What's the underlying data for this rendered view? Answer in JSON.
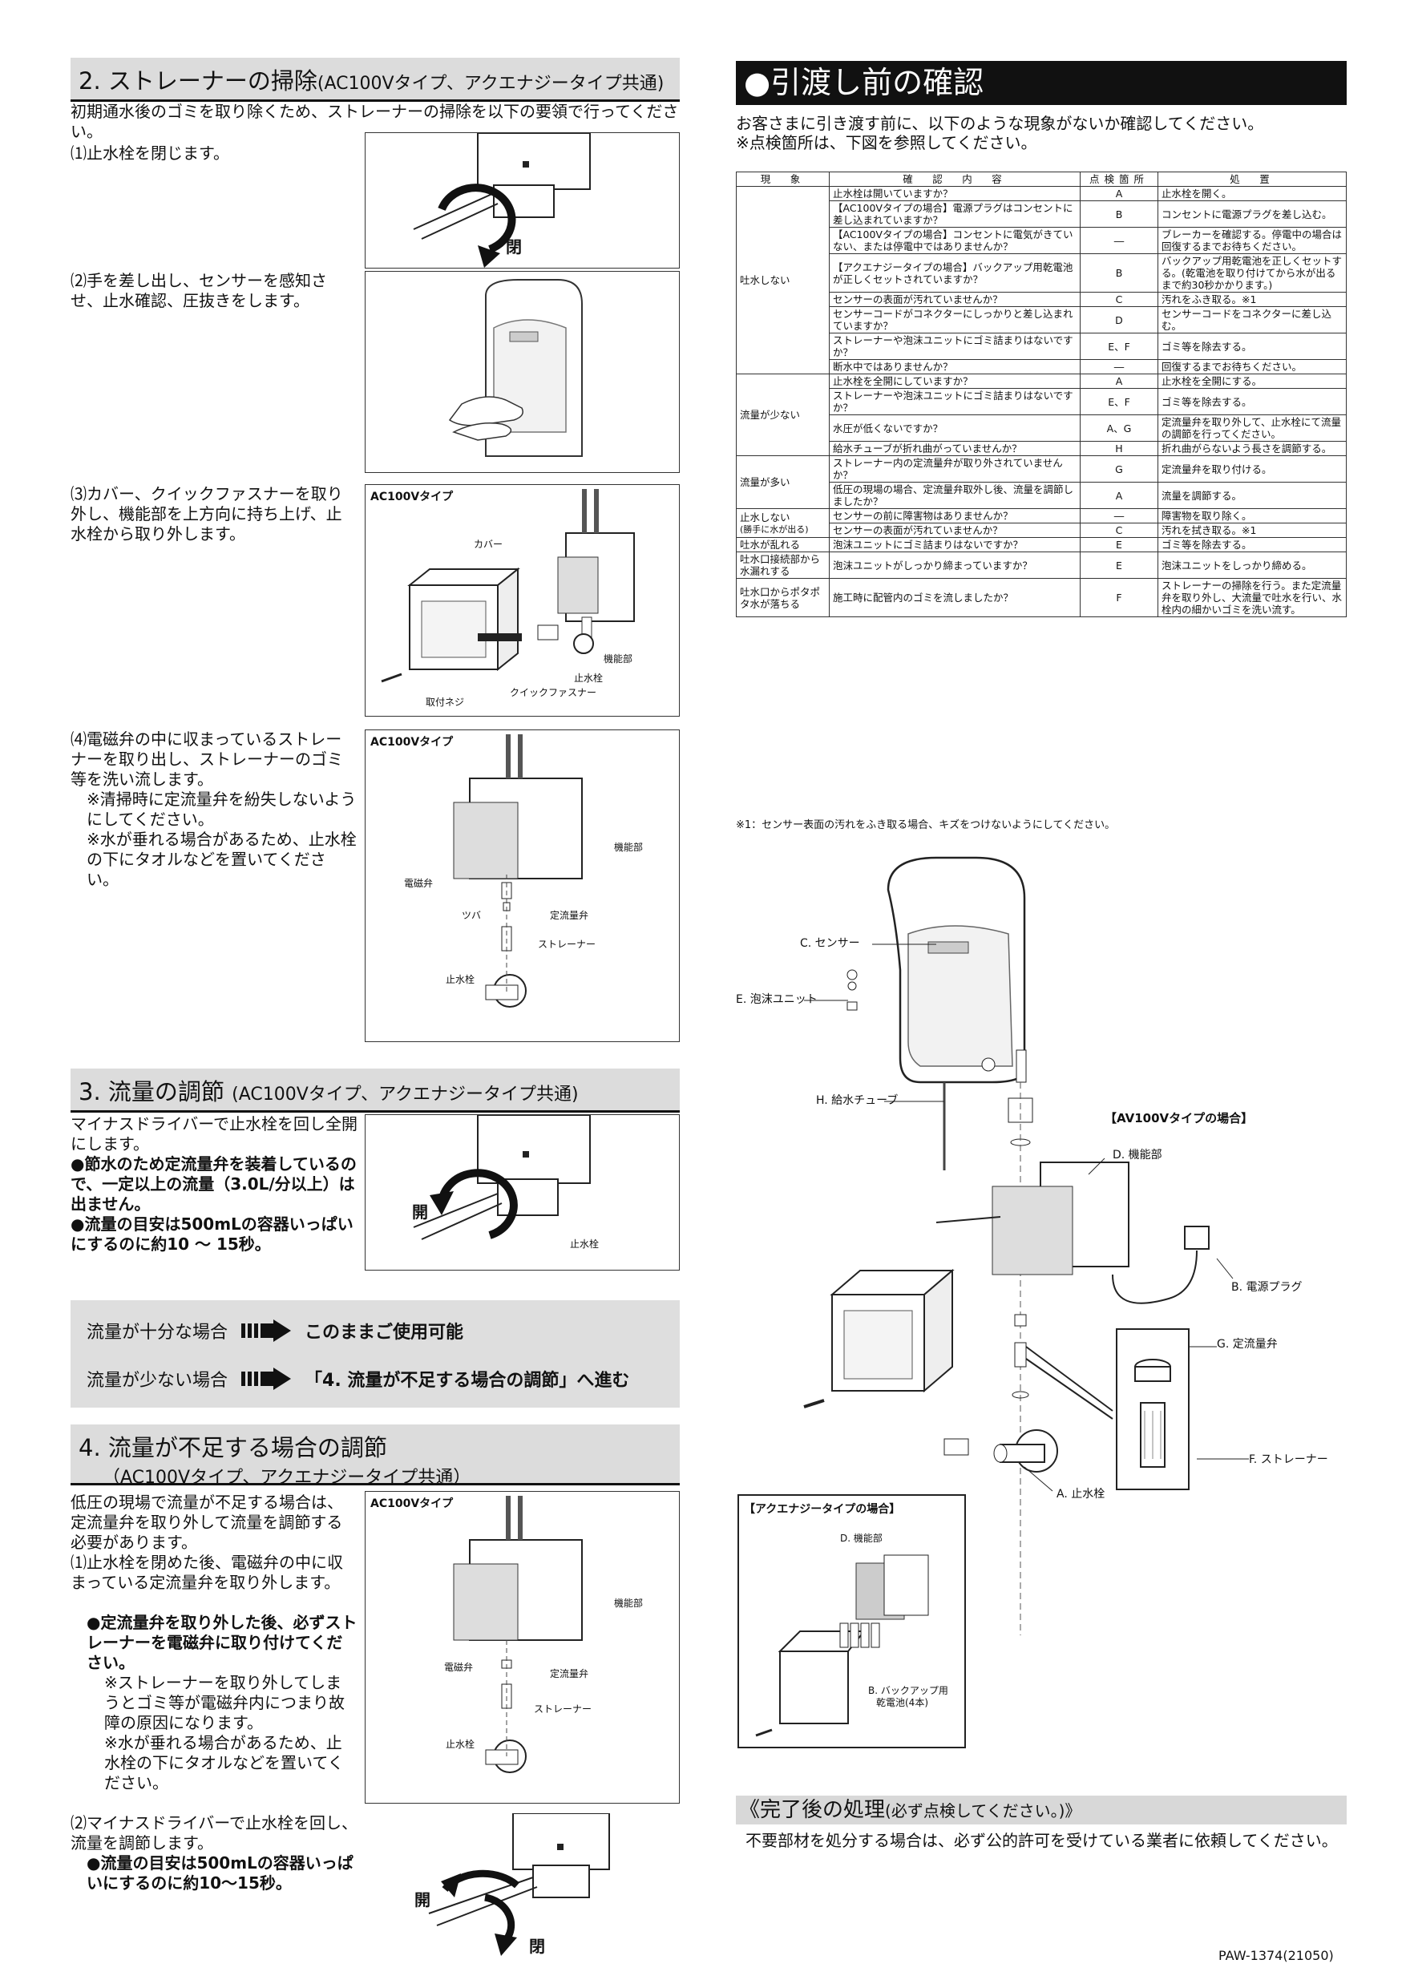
{
  "sec2": {
    "heading": "2. ストレーナーの掃除",
    "heading_sub": "(AC100Vタイプ、アクエナジータイプ共通)",
    "intro": "初期通水後のゴミを取り除くため、ストレーナーの掃除を以下の要領で行ってください。",
    "step1": "⑴止水栓を閉じます。",
    "step1_label": "閉",
    "step2": "⑵手を差し出し、センサーを感知させ、止水確認、圧抜きをします。",
    "step3": "⑶カバー、クイックファスナーを取り外し、機能部を上方向に持ち上げ、止水栓から取り外します。",
    "step3_fig_title": "AC100Vタイプ",
    "step3_callouts": [
      "カバー",
      "機能部",
      "止水栓",
      "取付ネジ",
      "クイックファスナー"
    ],
    "step4": "⑷電磁弁の中に収まっているストレーナーを取り出し、ストレーナーのゴミ等を洗い流します。",
    "step4_note1": "※清掃時に定流量弁を紛失しないようにしてください。",
    "step4_note2": "※水が垂れる場合があるため、止水栓の下にタオルなどを置いてください。",
    "step4_fig_title": "AC100Vタイプ",
    "step4_callouts": [
      "機能部",
      "電磁弁",
      "ツバ",
      "定流量弁",
      "ストレーナー",
      "止水栓"
    ]
  },
  "sec3": {
    "heading": "3. 流量の調節",
    "heading_sub": "(AC100Vタイプ、アクエナジータイプ共通)",
    "intro": "マイナスドライバーで止水栓を回し全開にします。",
    "bullet1": "●節水のため定流量弁を装着しているので、一定以上の流量（3.0L/分以上）は出ません。",
    "bullet2": "●流量の目安は500mLの容器いっぱいにするのに約10 ～ 15秒。",
    "fig_open": "開",
    "fig_callout": "止水栓"
  },
  "flow": {
    "row1_cond": "流量が十分な場合",
    "row1_result": "このままご使用可能",
    "row2_cond": "流量が少ない場合",
    "row2_result": "「4. 流量が不足する場合の調節」へ進む"
  },
  "sec4": {
    "heading": "4. 流量が不足する場合の調節",
    "heading_sub": "（AC100Vタイプ、アクエナジータイプ共通）",
    "intro": "低圧の現場で流量が不足する場合は、定流量弁を取り外して流量を調節する必要があります。",
    "step1": "⑴止水栓を閉めた後、電磁弁の中に収まっている定流量弁を取り外します。",
    "step1_bullet": "●定流量弁を取り外した後、必ずストレーナーを電磁弁に取り付けてください。",
    "step1_note1": "※ストレーナーを取り外してしまうとゴミ等が電磁弁内につまり故障の原因になります。",
    "step1_note2": "※水が垂れる場合があるため、止水栓の下にタオルなどを置いてください。",
    "fig_title": "AC100Vタイプ",
    "fig_callouts": [
      "機能部",
      "電磁弁",
      "定流量弁",
      "ストレーナー",
      "止水栓"
    ],
    "step2": "⑵マイナスドライバーで止水栓を回し、流量を調節します。",
    "step2_bullet": "●流量の目安は500mLの容器いっぱいにするのに約10～15秒。",
    "fig2_open": "開",
    "fig2_close": "閉"
  },
  "check": {
    "heading": "●引渡し前の確認",
    "intro1": "お客さまに引き渡す前に、以下のような現象がないか確認してください。",
    "intro2": "※点検箇所は、下図を参照してください。",
    "headers": [
      "現　象",
      "確　認　内　容",
      "点検箇所",
      "処　置"
    ],
    "groups": [
      {
        "phenomenon": "吐水しない",
        "rows": [
          {
            "check": "止水栓は開いていますか？",
            "point": "A",
            "action": "止水栓を開く。"
          },
          {
            "check": "【AC100Vタイプの場合】電源プラグはコンセントに差し込まれていますか？",
            "point": "B",
            "action": "コンセントに電源プラグを差し込む。"
          },
          {
            "check": "【AC100Vタイプの場合】コンセントに電気がきていない、または停電中ではありませんか？",
            "point": "―",
            "action": "ブレーカーを確認する。停電中の場合は回復するまでお待ちください。"
          },
          {
            "check": "【アクエナジータイプの場合】バックアップ用乾電池が正しくセットされていますか？",
            "point": "B",
            "action": "バックアップ用乾電池を正しくセットする。(乾電池を取り付けてから水が出るまで約30秒かかります。)"
          },
          {
            "check": "センサーの表面が汚れていませんか？",
            "point": "C",
            "action": "汚れをふき取る。※1"
          },
          {
            "check": "センサーコードがコネクターにしっかりと差し込まれていますか？",
            "point": "D",
            "action": "センサーコードをコネクターに差し込む。"
          },
          {
            "check": "ストレーナーや泡沫ユニットにゴミ詰まりはないですか？",
            "point": "E、F",
            "action": "ゴミ等を除去する。"
          },
          {
            "check": "断水中ではありませんか？",
            "point": "―",
            "action": "回復するまでお待ちください。"
          }
        ]
      },
      {
        "phenomenon": "流量が少ない",
        "rows": [
          {
            "check": "止水栓を全開にしていますか？",
            "point": "A",
            "action": "止水栓を全開にする。"
          },
          {
            "check": "ストレーナーや泡沫ユニットにゴミ詰まりはないですか？",
            "point": "E、F",
            "action": "ゴミ等を除去する。"
          },
          {
            "check": "水圧が低くないですか？",
            "point": "A、G",
            "action": "定流量弁を取り外して、止水栓にて流量の調節を行ってください。"
          },
          {
            "check": "給水チューブが折れ曲がっていませんか？",
            "point": "H",
            "action": "折れ曲がらないよう長さを調節する。"
          }
        ]
      },
      {
        "phenomenon": "流量が多い",
        "rows": [
          {
            "check": "ストレーナー内の定流量弁が取り外されていませんか？",
            "point": "G",
            "action": "定流量弁を取り付ける。"
          },
          {
            "check": "低圧の現場の場合、定流量弁取外し後、流量を調節しましたか？",
            "point": "A",
            "action": "流量を調節する。"
          }
        ]
      },
      {
        "phenomenon": "止水しない",
        "phenomenon_sub": "(勝手に水が出る)",
        "rows": [
          {
            "check": "センサーの前に障害物はありませんか？",
            "point": "―",
            "action": "障害物を取り除く。"
          },
          {
            "check": "センサーの表面が汚れていませんか？",
            "point": "C",
            "action": "汚れを拭き取る。※1"
          }
        ]
      },
      {
        "phenomenon": "吐水が乱れる",
        "rows": [
          {
            "check": "泡沫ユニットにゴミ詰まりはないですか？",
            "point": "E",
            "action": "ゴミ等を除去する。"
          }
        ]
      },
      {
        "phenomenon": "吐水口接続部から水漏れする",
        "rows": [
          {
            "check": "泡沫ユニットがしっかり締まっていますか？",
            "point": "E",
            "action": "泡沫ユニットをしっかり締める。"
          }
        ]
      },
      {
        "phenomenon": "吐水口からポタポタ水が落ちる",
        "rows": [
          {
            "check": "施工時に配管内のゴミを流しましたか？",
            "point": "F",
            "action": "ストレーナーの掃除を行う。また定流量弁を取り外し、大流量で吐水を行い、水栓内の細かいゴミを洗い流す。"
          }
        ]
      }
    ],
    "footnote": "※1：センサー表面の汚れをふき取る場合、キズをつけないようにしてください。"
  },
  "diagram": {
    "labels": {
      "sensor": "C. センサー",
      "foam": "E. 泡沫ユニット",
      "tube": "H. 給水チューブ",
      "ac_case": "【AV100Vタイプの場合】",
      "func": "D. 機能部",
      "plug": "B. 電源プラグ",
      "flowvalve": "G. 定流量弁",
      "strainer": "F. ストレーナー",
      "stopvalve": "A. 止水栓"
    },
    "aqua": {
      "title": "【アクエナジータイプの場合】",
      "func": "D. 機能部",
      "battery_line1": "B. バックアップ用",
      "battery_line2": "乾電池(4本)"
    }
  },
  "after": {
    "heading": "《完了後の処理",
    "heading_sub": "(必ず点検してください。)》",
    "text": "不要部材を処分する場合は、必ず公的許可を受けている業者に依頼してください。"
  },
  "doc_code": "PAW-1374(21050)"
}
